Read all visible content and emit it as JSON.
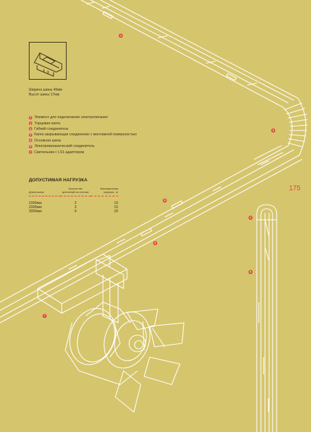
{
  "spec": {
    "width_line": "Ширина шины 45мм",
    "height_line": "Высот шины 17мм"
  },
  "legend": [
    {
      "num": "1",
      "label": "Элемент для подключения электропитания"
    },
    {
      "num": "2",
      "label": "Торцевая капга"
    },
    {
      "num": "3",
      "label": "Гибкий соединитель"
    },
    {
      "num": "4",
      "label": "Капга закрывающая соединение с монтажной поверхностью"
    },
    {
      "num": "5",
      "label": "Основная шина"
    },
    {
      "num": "6",
      "label": "Электромеханический соединитель"
    },
    {
      "num": "7",
      "label": "Светильник с LS1-адаптером"
    }
  ],
  "load": {
    "title": "ДОПУСТИМАЯ НАГРУЗКА",
    "headers": {
      "length": "Длина шины",
      "count_1": "Количество",
      "count_2": "креплений на потолке",
      "max_1": "Максимальная",
      "max_2": "нагрузка , кг"
    },
    "rows": [
      {
        "length": "1000мм",
        "count": "2",
        "max": "10"
      },
      {
        "length": "2000мм",
        "count": "3",
        "max": "15"
      },
      {
        "length": "3000мм",
        "count": "4",
        "max": "20"
      }
    ]
  },
  "page_number": "175",
  "callouts": {
    "top_rail": "4",
    "flex_joint": "3",
    "main_rail": "5",
    "connector": "6",
    "spotlight": "7",
    "end_cap": "2",
    "vertical_rail": "5"
  },
  "colors": {
    "background": "#d5c56d",
    "line": "#ffffff",
    "accent": "#e2473a"
  }
}
